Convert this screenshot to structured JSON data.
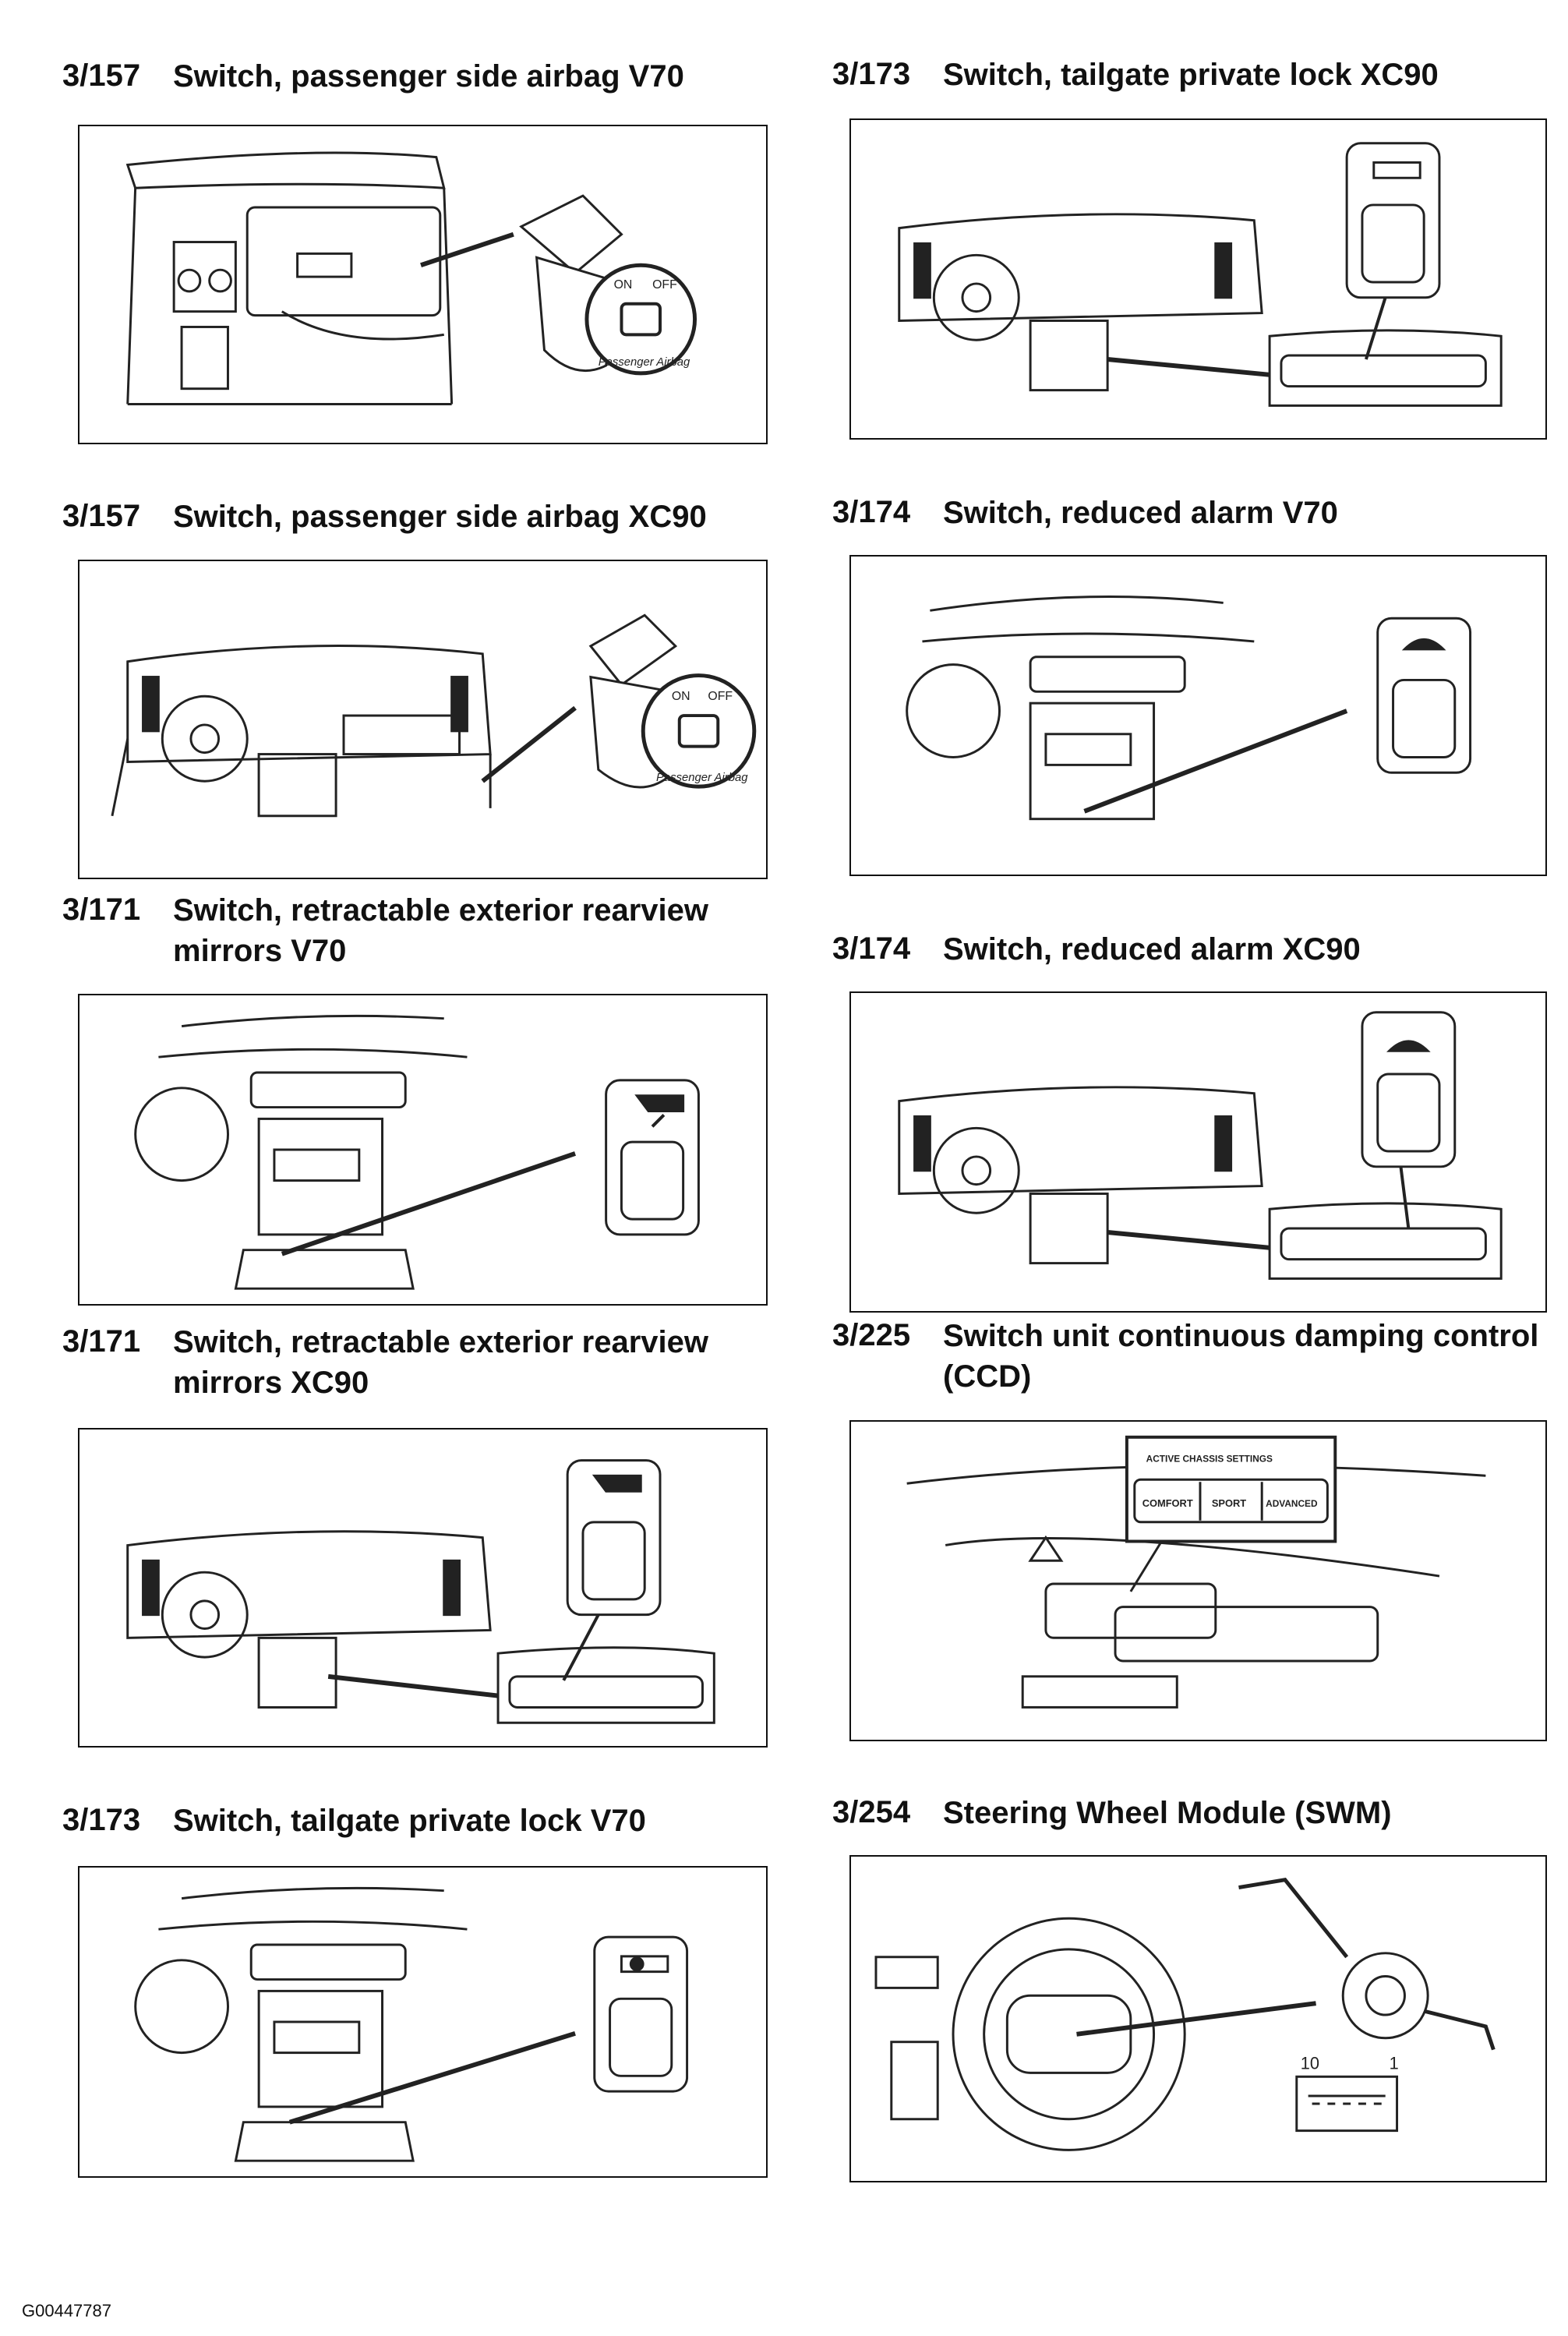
{
  "entries": [
    {
      "code": "3/157",
      "title": "Switch, passenger side airbag V70"
    },
    {
      "code": "3/173",
      "title": "Switch, tailgate private lock XC90"
    },
    {
      "code": "3/157",
      "title": "Switch, passenger side airbag XC90"
    },
    {
      "code": "3/174",
      "title": "Switch, reduced alarm V70"
    },
    {
      "code": "3/171",
      "title": "Switch, retractable exterior rearview mirrors V70"
    },
    {
      "code": "3/174",
      "title": "Switch, reduced alarm XC90"
    },
    {
      "code": "3/171",
      "title": "Switch, retractable exterior rearview mirrors XC90"
    },
    {
      "code": "3/225",
      "title": "Switch unit continuous damping control (CCD)"
    },
    {
      "code": "3/173",
      "title": "Switch, tailgate private lock V70"
    },
    {
      "code": "3/254",
      "title": "Steering Wheel Module (SWM)"
    }
  ],
  "labels": {
    "airbag_on": "ON",
    "airbag_off": "OFF",
    "airbag_text": "Passenger Airbag",
    "ccd_header": "ACTIVE CHASSIS SETTINGS",
    "ccd_comfort": "COMFORT",
    "ccd_sport": "SPORT",
    "ccd_advanced": "ADVANCED",
    "swm_pin_10": "10",
    "swm_pin_1": "1"
  },
  "footer": "G00447787"
}
